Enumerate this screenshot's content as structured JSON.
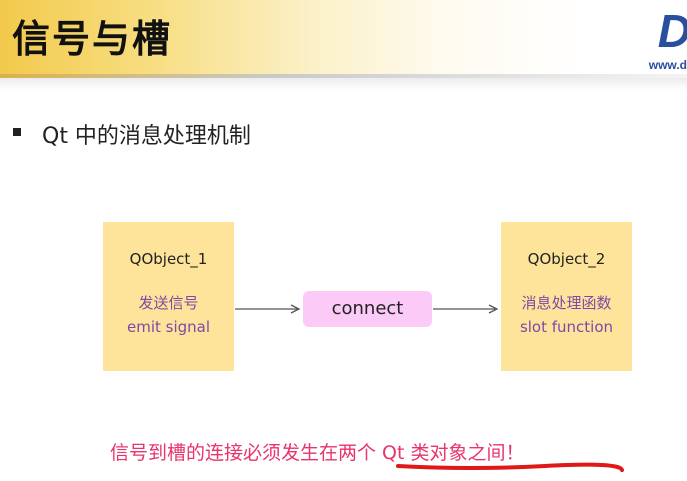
{
  "header": {
    "title": "信号与槽",
    "logo_text": "D",
    "url_text": "www.d"
  },
  "content": {
    "bullet": "Qt 中的消息处理机制",
    "object_left": {
      "name": "QObject_1",
      "line_cn": "发送信号",
      "line_en": "emit signal"
    },
    "connect_label": "connect",
    "object_right": {
      "name": "QObject_2",
      "line_cn": "消息处理函数",
      "line_en": "slot function"
    },
    "note": "信号到槽的连接必须发生在两个 Qt 类对象之间！"
  },
  "colors": {
    "header_gold": "#f2c94c",
    "box_yellow": "#fde49a",
    "connect_pink": "#fccaf6",
    "label_purple": "#7a4aa8",
    "note_red": "#e8336b",
    "logo_blue": "#2a4f9e"
  }
}
